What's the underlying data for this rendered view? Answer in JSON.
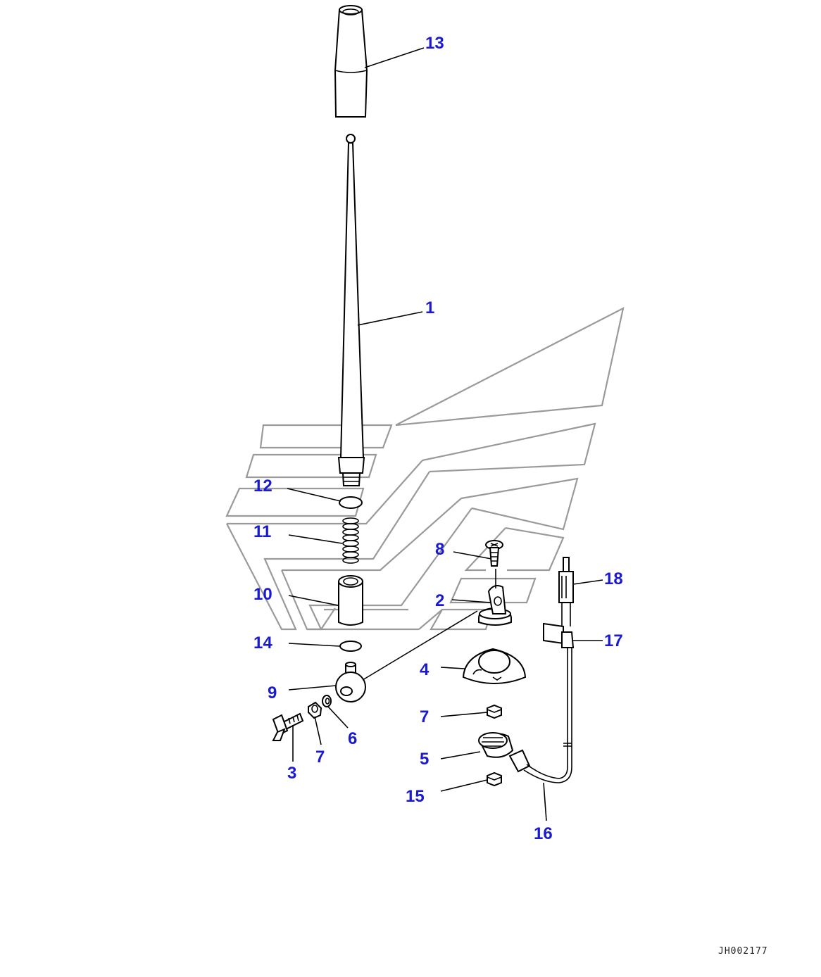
{
  "diagram": {
    "callouts": [
      {
        "id": "c13",
        "label": "13"
      },
      {
        "id": "c1",
        "label": "1"
      },
      {
        "id": "c12",
        "label": "12"
      },
      {
        "id": "c11",
        "label": "11"
      },
      {
        "id": "c10",
        "label": "10"
      },
      {
        "id": "c14",
        "label": "14"
      },
      {
        "id": "c9",
        "label": "9"
      },
      {
        "id": "c3",
        "label": "3"
      },
      {
        "id": "c7a",
        "label": "7"
      },
      {
        "id": "c6",
        "label": "6"
      },
      {
        "id": "c8",
        "label": "8"
      },
      {
        "id": "c2",
        "label": "2"
      },
      {
        "id": "c4",
        "label": "4"
      },
      {
        "id": "c7b",
        "label": "7"
      },
      {
        "id": "c5",
        "label": "5"
      },
      {
        "id": "c15",
        "label": "15"
      },
      {
        "id": "c16",
        "label": "16"
      },
      {
        "id": "c17",
        "label": "17"
      },
      {
        "id": "c18",
        "label": "18"
      }
    ],
    "colors": {
      "callout": "#1a1ad0",
      "line": "#000000",
      "background_outline": "#9a9a9a"
    }
  },
  "footer": {
    "document_id": "JH002177"
  }
}
